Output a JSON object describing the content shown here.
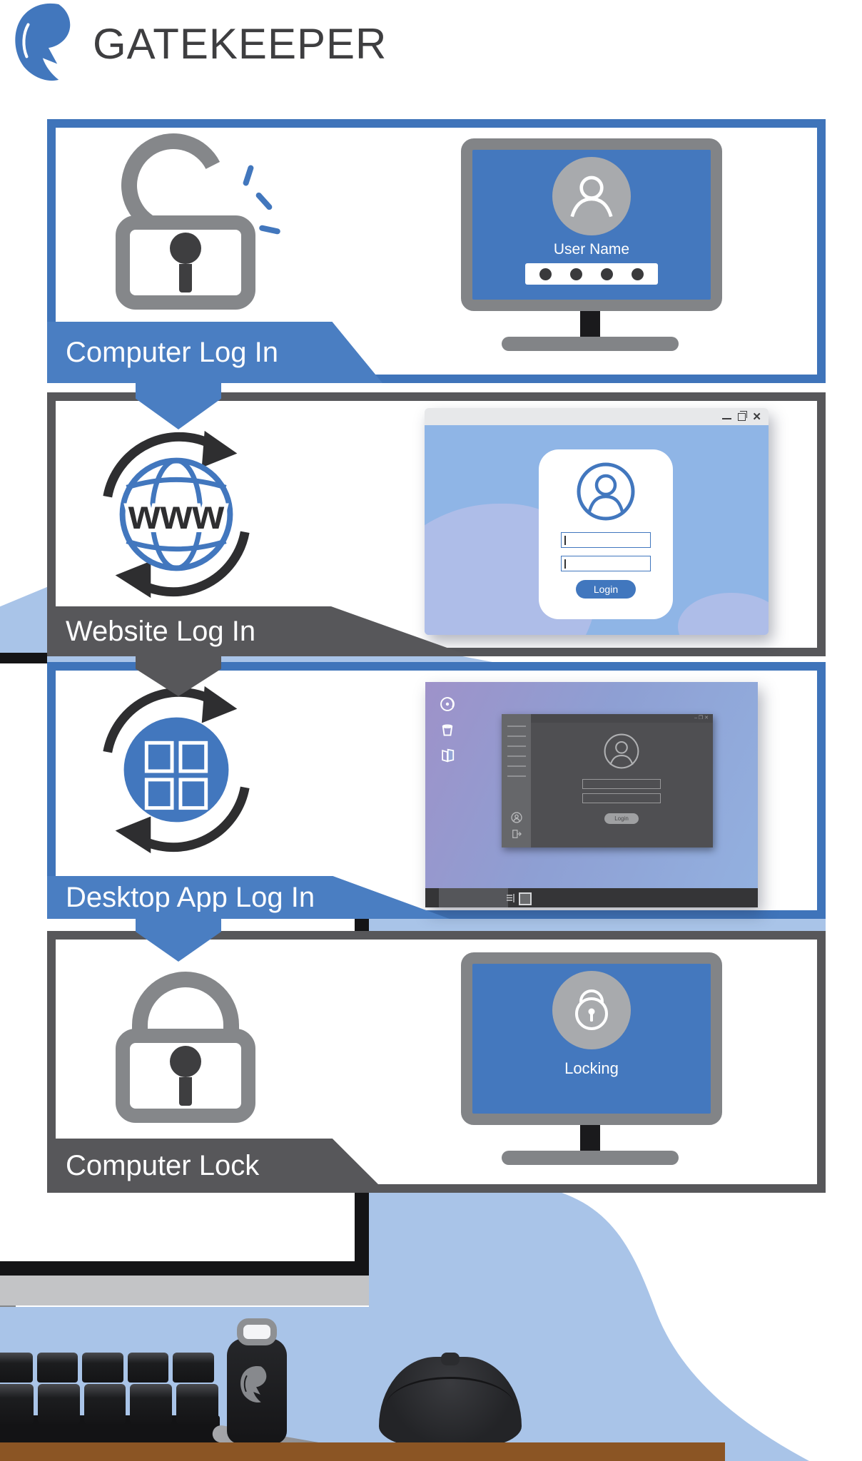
{
  "brand": {
    "name": "GATEKEEPER"
  },
  "colors": {
    "accent_blue": "#4177BE",
    "banner_blue": "#4A7EC2",
    "dark_gray": "#57575A",
    "lock_gray": "#85878A",
    "blob_blue": "#A9C4E8",
    "desk_brown": "#8B5524",
    "desktop_gradient": [
      "#9E92C9",
      "#8E9FD3",
      "#93B1E0"
    ]
  },
  "flow": [
    {
      "label": "Computer Log In",
      "style": "blue"
    },
    {
      "label": "Website Log In",
      "style": "gray"
    },
    {
      "label": "Desktop App Log In",
      "style": "blue"
    },
    {
      "label": "Computer Lock",
      "style": "gray"
    }
  ],
  "computer_login_screen": {
    "username_label": "User Name",
    "password_dots": 4
  },
  "website_login": {
    "www_label": "www",
    "login_button": "Login",
    "input_count": 2
  },
  "desktop_app_login": {
    "login_button": "Login"
  },
  "lock_screen": {
    "status_label": "Locking"
  }
}
